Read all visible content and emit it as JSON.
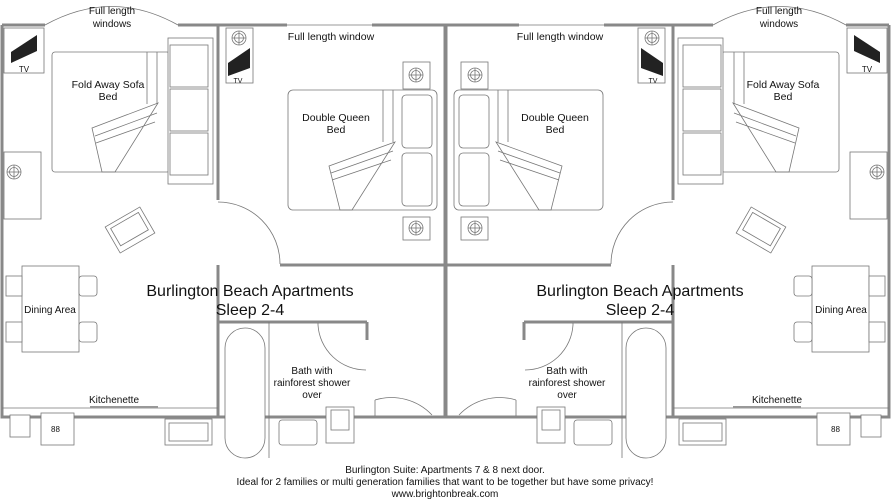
{
  "plan": {
    "apartments": [
      {
        "window_arc_label": [
          "Full length",
          "windows"
        ],
        "tv_living": "TV",
        "sofa_bed": [
          "Fold Away Sofa",
          "Bed"
        ],
        "bedroom_window": "Full length window",
        "tv_bedroom": "TV",
        "bed": [
          "Double Queen",
          "Bed"
        ],
        "title": "Burlington Beach Apartments",
        "subtitle": "Sleep 2-4",
        "dining": "Dining Area",
        "bath": [
          "Bath with",
          "rainforest shower",
          "over"
        ],
        "kitchen": "Kitchenette"
      },
      {
        "window_arc_label": [
          "Full length",
          "windows"
        ],
        "tv_living": "TV",
        "sofa_bed": [
          "Fold Away Sofa",
          "Bed"
        ],
        "bedroom_window": "Full length window",
        "tv_bedroom": "TV",
        "bed": [
          "Double Queen",
          "Bed"
        ],
        "title": "Burlington Beach Apartments",
        "subtitle": "Sleep 2-4",
        "dining": "Dining Area",
        "bath": [
          "Bath with",
          "rainforest shower",
          "over"
        ],
        "kitchen": "Kitchenette"
      }
    ]
  },
  "caption": {
    "line1": "Burlington Suite: Apartments 7 & 8 next door.",
    "line2": "Ideal for 2 families or multi generation families that want to be together but have some privacy!",
    "line3": "www.brightonbreak.com"
  }
}
